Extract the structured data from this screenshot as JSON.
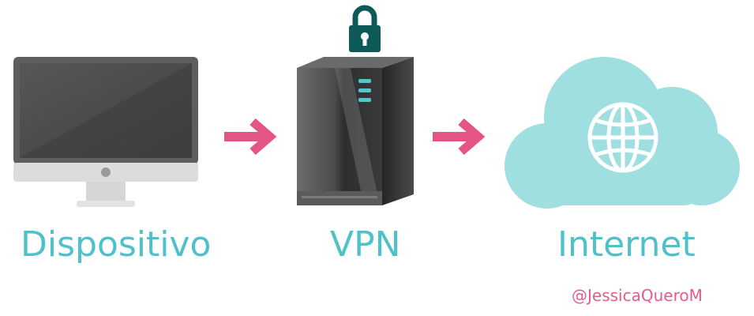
{
  "diagram": {
    "nodes": [
      {
        "id": "device",
        "label": "Dispositivo",
        "icon": "desktop-monitor-icon"
      },
      {
        "id": "vpn",
        "label": "VPN",
        "icon": "server-tower-icon",
        "badge_icon": "padlock-icon"
      },
      {
        "id": "internet",
        "label": "Internet",
        "icon": "cloud-icon",
        "inner_icon": "globe-icon"
      }
    ],
    "edges": [
      {
        "from": "device",
        "to": "vpn",
        "icon": "arrow-right-icon"
      },
      {
        "from": "vpn",
        "to": "internet",
        "icon": "arrow-right-icon"
      }
    ]
  },
  "credit": "@JessicaQueroM",
  "colors": {
    "label": "#4fc1c8",
    "arrow": "#e45585",
    "credit": "#e75b8a",
    "cloud": "#a0dfe0",
    "lock": "#0e5a58",
    "monitor_frame": "#5a5a5a",
    "monitor_screen": "#4a4a4a",
    "server_body": "#3f3f3f",
    "server_led": "#54c6cf"
  }
}
